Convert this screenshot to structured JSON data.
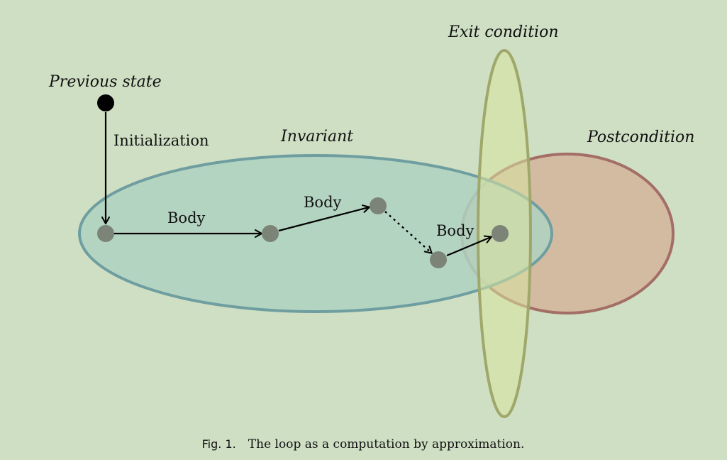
{
  "labels": {
    "previous_state": "Previous state",
    "initialization": "Initialization",
    "invariant": "Invariant",
    "exit_condition": "Exit condition",
    "postcondition": "Postcondition",
    "body_1": "Body",
    "body_2": "Body",
    "body_3": "Body"
  },
  "caption": {
    "fig_label": "Fig. 1.",
    "text": "The loop as a computation by approximation."
  },
  "colors": {
    "background": "#cfdfc4",
    "invariant_fill": "#afd2c2",
    "invariant_stroke": "#6f9ea0",
    "exit_fill": "#d8e3a0",
    "exit_stroke": "#9fa86a",
    "postcondition_fill": "#d3bba1",
    "postcondition_stroke": "#a36e66",
    "state_node": "#7b8476",
    "start_node": "#000000"
  }
}
